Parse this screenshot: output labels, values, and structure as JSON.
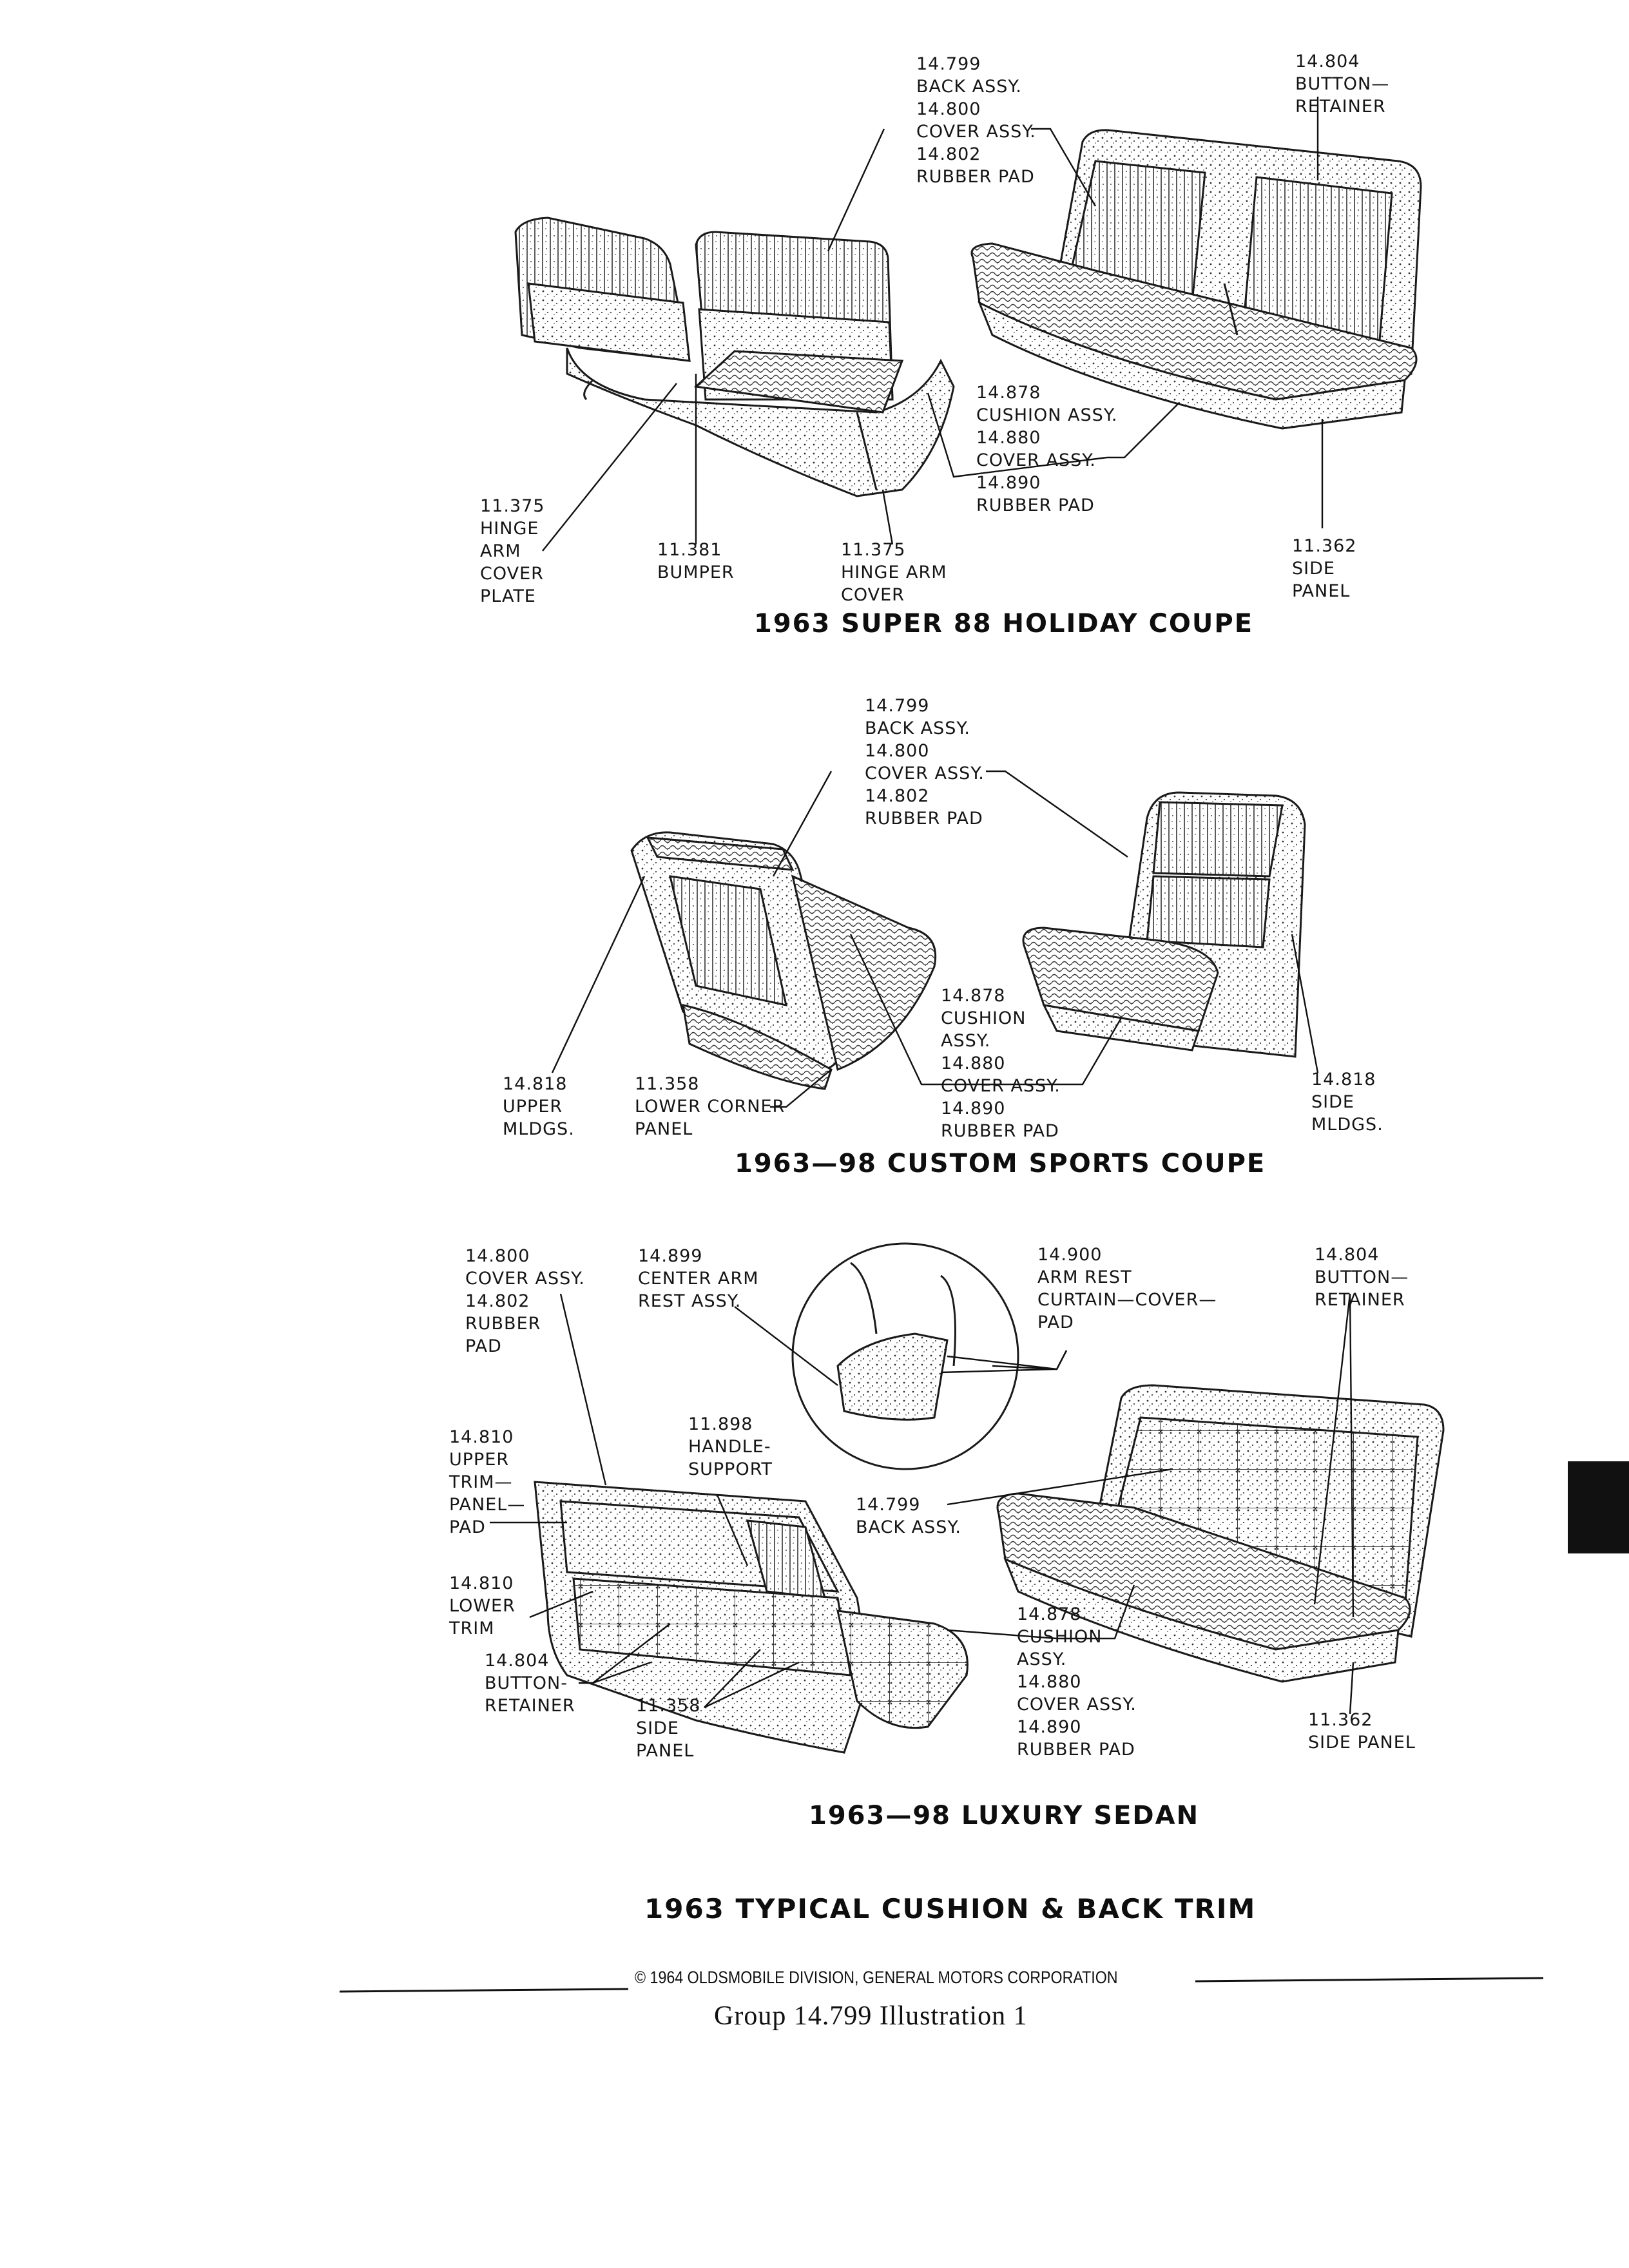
{
  "diagram1": {
    "title": "1963 SUPER 88 HOLIDAY COUPE",
    "labels": {
      "back_group": "14.799\nBACK ASSY.\n14.800\nCOVER ASSY.\n14.802\nRUBBER PAD",
      "button_retainer": "14.804\nBUTTON—\nRETAINER",
      "cushion_group": "14.878\nCUSHION ASSY.\n14.880\nCOVER ASSY.\n14.890\nRUBBER PAD",
      "hinge_plate": "11.375\nHINGE\nARM\nCOVER\nPLATE",
      "bumper": "11.381\nBUMPER",
      "hinge_cover": "11.375\nHINGE ARM\nCOVER",
      "side_panel": "11.362\nSIDE\nPANEL"
    }
  },
  "diagram2": {
    "title": "1963—98 CUSTOM SPORTS COUPE",
    "labels": {
      "back_group": "14.799\nBACK ASSY.\n14.800\nCOVER ASSY.\n14.802\nRUBBER PAD",
      "cushion_group": "14.878\nCUSHION\nASSY.\n14.880\nCOVER ASSY.\n14.890\nRUBBER PAD",
      "upper_mldgs": "14.818\nUPPER\nMLDGS.",
      "lower_corner": "11.358\nLOWER CORNER\nPANEL",
      "side_mldgs": "14.818\nSIDE\nMLDGS."
    }
  },
  "diagram3": {
    "title": "1963—98 LUXURY SEDAN",
    "labels": {
      "cover_pad": "14.800\nCOVER ASSY.\n14.802\nRUBBER\nPAD",
      "center_arm": "14.899\nCENTER ARM\nREST ASSY.",
      "arm_rest_pad": "14.900\nARM REST\nCURTAIN—COVER—\nPAD",
      "button_retainer_right": "14.804\nBUTTON—\nRETAINER",
      "handle_support": "11.898\nHANDLE-\nSUPPORT",
      "upper_trim": "14.810\nUPPER\nTRIM—\nPANEL—\nPAD",
      "back_assy": "14.799\nBACK ASSY.",
      "lower_trim": "14.810\nLOWER\nTRIM",
      "cushion_group": "14.878\nCUSHION\nASSY.\n14.880\nCOVER ASSY.\n14.890\nRUBBER PAD",
      "button_retainer_left": "14.804\nBUTTON-\nRETAINER",
      "side_panel_left": "11.358\nSIDE\nPANEL",
      "side_panel_right": "11.362\nSIDE PANEL"
    }
  },
  "page_title": "1963 TYPICAL CUSHION & BACK TRIM",
  "copyright": "© 1964 OLDSMOBILE DIVISION, GENERAL MOTORS CORPORATION",
  "footer": "Group 14.799    Illustration    1"
}
